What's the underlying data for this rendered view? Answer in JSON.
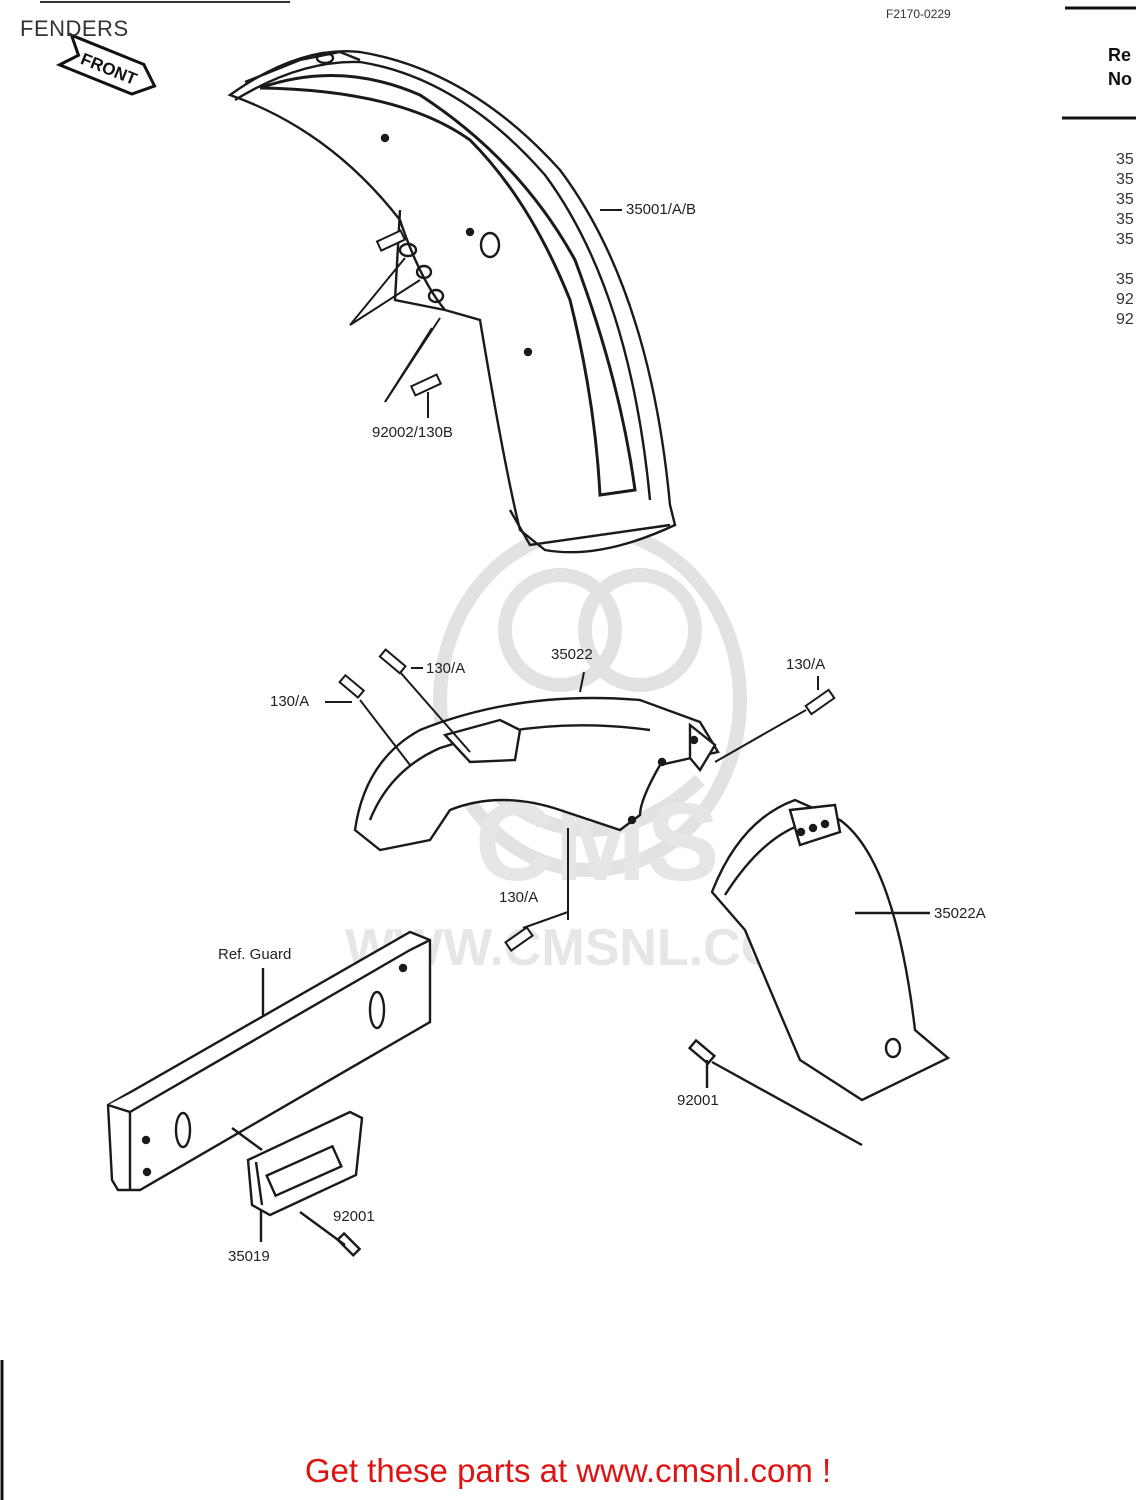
{
  "header": {
    "title": "FENDERS",
    "diagram_code": "F2170-0229",
    "front_arrow_label": "FRONT"
  },
  "ref_column": {
    "head_line1": "Re",
    "head_line2": "No",
    "partial_numbers": [
      "35",
      "35",
      "35",
      "35",
      "35",
      "",
      "35",
      "92",
      "92"
    ]
  },
  "callouts": {
    "front_fender": "35001/A/B",
    "front_bolts": "92002/130B",
    "rear_fender": "35022",
    "bolt_a1": "130/A",
    "bolt_a2": "130/A",
    "bolt_a3": "130/A",
    "bolt_a4": "130/A",
    "rear_flap": "35022A",
    "flap_bolt": "92001",
    "guard": "Ref. Guard",
    "plate_bracket": "35019",
    "plate_bolt": "92001"
  },
  "watermark": {
    "brand": "CMS",
    "url": "WWW.CMSNL.COM"
  },
  "footer": {
    "text": "Get these parts at www.cmsnl.com !"
  },
  "colors": {
    "line": "#1a1a1a",
    "watermark": "#dcdcdc",
    "footer": "#e01313"
  }
}
